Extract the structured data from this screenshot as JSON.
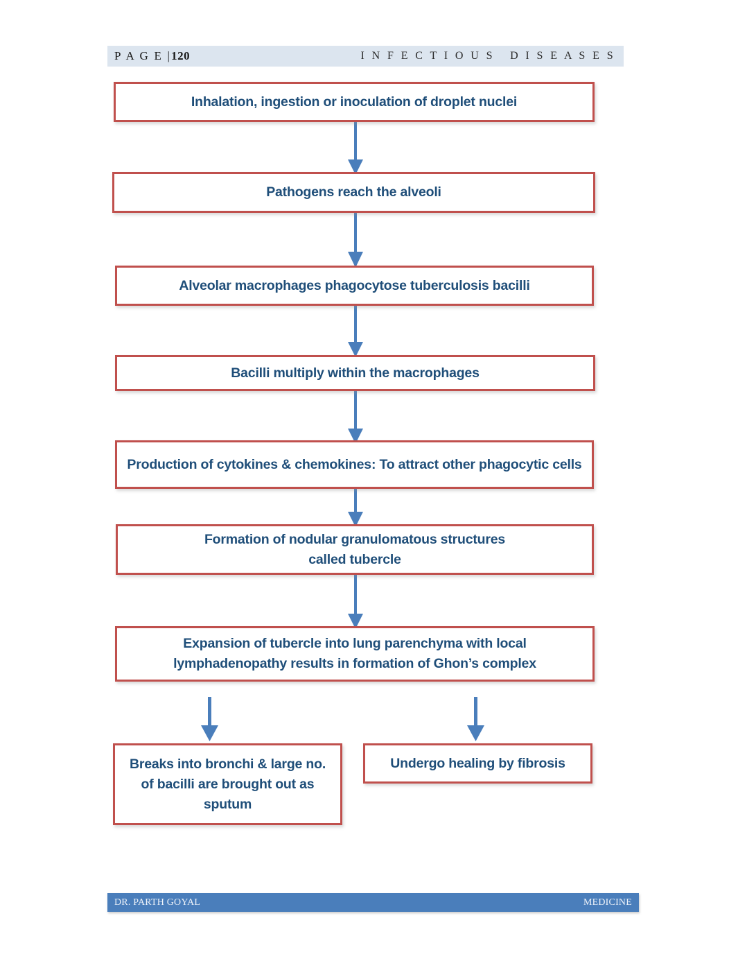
{
  "header": {
    "left_label": "P A G E |",
    "page_number": "120",
    "right_label": "I N F E C T I O U S   D I S E A S E S",
    "band_color": "#DCE5EF"
  },
  "footer": {
    "left_label": "DR. PARTH GOYAL",
    "right_label": "MEDICINE",
    "band_color": "#4A7EBB"
  },
  "theme": {
    "box_border_color": "#C0504D",
    "box_fill_color": "#FFFFFF",
    "box_text_color": "#1F4E79",
    "arrow_color": "#4A7EBB"
  },
  "flowchart": {
    "title": "Pathogenesis of tuberculosis flowchart",
    "nodes": [
      {
        "id": "n1",
        "text": "Inhalation, ingestion or inoculation of droplet nuclei"
      },
      {
        "id": "n2",
        "text": "Pathogens reach the alveoli"
      },
      {
        "id": "n3",
        "text": "Alveolar macrophages phagocytose tuberculosis bacilli"
      },
      {
        "id": "n4",
        "text": "Bacilli multiply within the macrophages"
      },
      {
        "id": "n5",
        "text": "Production of cytokines & chemokines: To attract other phagocytic cells"
      },
      {
        "id": "n6",
        "text": "Formation of nodular granulomatous structures\ncalled tubercle"
      },
      {
        "id": "n7",
        "text": "Expansion of tubercle into lung parenchyma with local lymphadenopathy results in formation of Ghon’s complex"
      },
      {
        "id": "n8",
        "text": "Breaks into bronchi & large no. of bacilli are brought out as sputum"
      },
      {
        "id": "n9",
        "text": "Undergo healing by fibrosis"
      }
    ],
    "edges": [
      {
        "from": "n1",
        "to": "n2"
      },
      {
        "from": "n2",
        "to": "n3"
      },
      {
        "from": "n3",
        "to": "n4"
      },
      {
        "from": "n4",
        "to": "n5"
      },
      {
        "from": "n5",
        "to": "n6"
      },
      {
        "from": "n6",
        "to": "n7"
      },
      {
        "from": "n7",
        "to": "n8"
      },
      {
        "from": "n7",
        "to": "n9"
      }
    ]
  }
}
